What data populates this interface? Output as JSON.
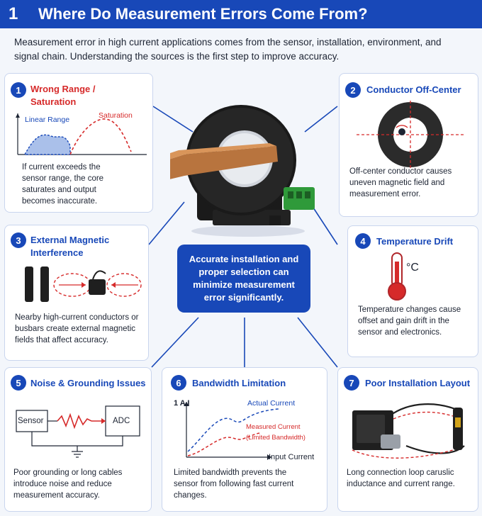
{
  "header": {
    "number": "1",
    "title": "Where Do Measurement Errors Come From?"
  },
  "intro": "Measurement error in high current applications comes from the sensor, installation, environment, and signal chain. Understanding the sources is the first step to improve accuracy.",
  "center": {
    "text": "Accurate installation and proper selection can minimize measurement error significantly."
  },
  "cards": [
    {
      "num": "1",
      "title": "Wrong Range / Saturation",
      "label_linear": "Linear Range",
      "label_saturation": "Saturation",
      "desc": "If current exceeds the sensor range, the core saturates and output becomes inaccurate."
    },
    {
      "num": "2",
      "title": "Conductor Off-Center",
      "desc": "Off-center conductor causes uneven magnetic field and measurement error."
    },
    {
      "num": "3",
      "title": "External Magnetic Interference",
      "desc": "Nearby high-current conductors or busbars create external magnetic fields that affect accuracy."
    },
    {
      "num": "4",
      "title": "Temperature Drift",
      "unit": "°C",
      "desc": "Temperature changes cause offset and gain drift in the sensor and electronics."
    },
    {
      "num": "5",
      "title": "Noise & Grounding Issues",
      "sensor_label": "Sensor",
      "adc_label": "ADC",
      "desc": "Poor grounding or long cables introduce noise and reduce measurement accuracy."
    },
    {
      "num": "6",
      "title": "Bandwidth Limitation",
      "y_label": "1 A I",
      "actual": "Actual Current",
      "measured": "Measured Current",
      "measured_sub": "(Limited Bandwidth)",
      "x_label": "Input Current",
      "desc": "Limited bandwidth prevents the sensor from following fast current changes."
    },
    {
      "num": "7",
      "title": "Poor Installation Layout",
      "desc": "Long connection loop caruslic inductance and current range."
    }
  ],
  "colors": {
    "primary": "#1848b8",
    "alert": "#d62a2a",
    "border": "#c9d5ee"
  }
}
